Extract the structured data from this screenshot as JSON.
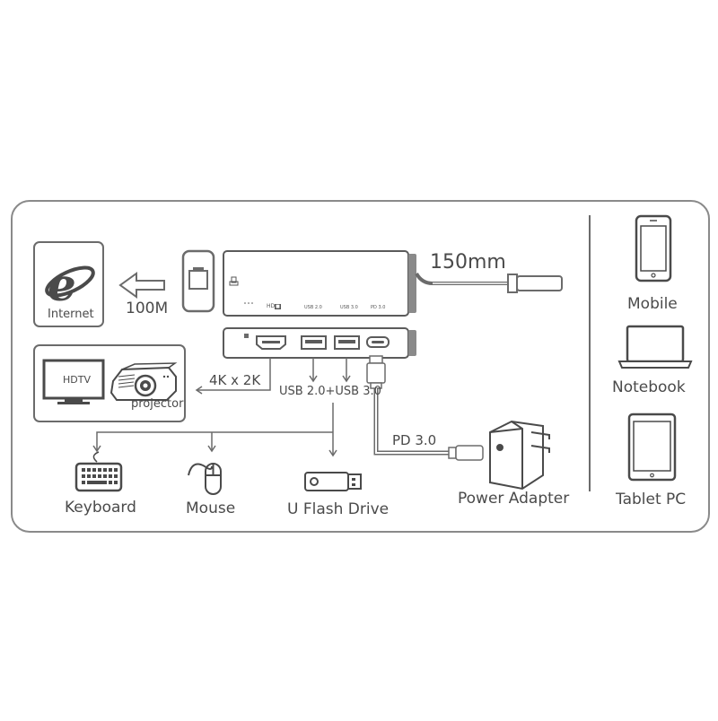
{
  "labels": {
    "internet": "Internet",
    "speed_100m": "100M",
    "cable_length": "150mm",
    "hdtv": "HDTV",
    "projector": "projector",
    "resolution": "4K x 2K",
    "usb_types": "USB 2.0+USB 3.0",
    "pd": "PD 3.0",
    "power_adapter": "Power Adapter",
    "keyboard": "Keyboard",
    "mouse": "Mouse",
    "flash_drive": "U Flash Drive",
    "mobile": "Mobile",
    "notebook": "Notebook",
    "tablet": "Tablet PC"
  },
  "hub_top_labels": {
    "hd": "HD",
    "usb2": "USB 2.0",
    "usb3": "USB 3.0",
    "pd": "PD 3.0"
  },
  "colors": {
    "line": "#6b6b6b",
    "frame": "#8a8a8a",
    "hub_body": "#5b5b5b",
    "ie_blue": "#4a4a4a"
  },
  "icons": [
    "internet-explorer-icon",
    "ethernet-port-icon",
    "hdtv-icon",
    "projector-icon",
    "keyboard-icon",
    "mouse-icon",
    "usb-flash-drive-icon",
    "power-adapter-icon",
    "mobile-phone-icon",
    "notebook-icon",
    "tablet-icon"
  ]
}
